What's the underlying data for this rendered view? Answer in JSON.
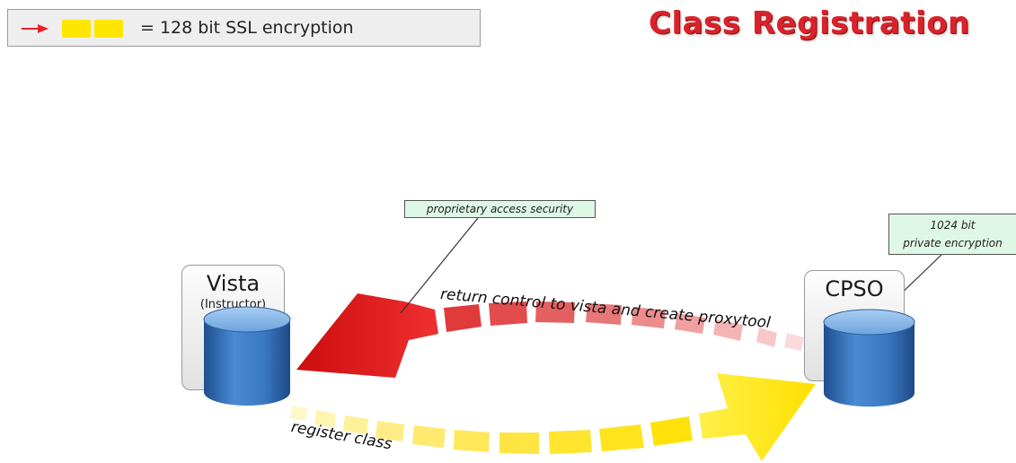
{
  "legend": {
    "text": "= 128 bit SSL encryption",
    "arrow_color": "#e8232a",
    "swatch_color": "#ffe600"
  },
  "title": "Class Registration",
  "callouts": {
    "security": "proprietary access security",
    "encryption_line1": "1024 bit",
    "encryption_line2": "private encryption"
  },
  "servers": {
    "vista": {
      "title": "Vista",
      "subtitle": "(Instructor)"
    },
    "cpso": {
      "title": "CPSO"
    }
  },
  "flows": {
    "return_label": "return control to vista and create proxytool",
    "register_label": "register class"
  },
  "colors": {
    "return_arrow": "#e01c1c",
    "register_arrow": "#ffe600",
    "title": "#d9222a",
    "callout_fill": "#dff7e6",
    "database": "#3e7fc8"
  }
}
